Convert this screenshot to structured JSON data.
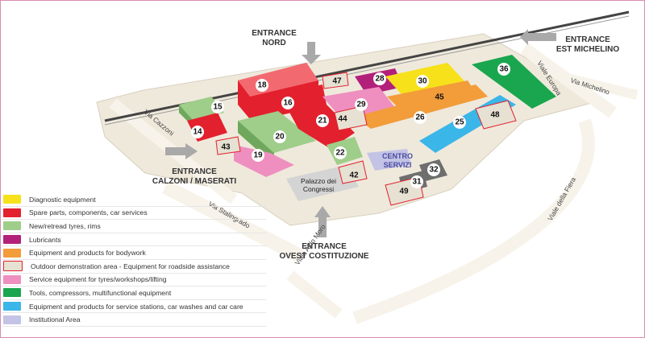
{
  "colors": {
    "diagnostic": "#f7e11b",
    "spare": "#e3202d",
    "tyres": "#9fcd8a",
    "lubricants": "#b3207a",
    "bodywork": "#f39c3a",
    "outdoor": "#e6e1d2",
    "service": "#ee8fbf",
    "tools": "#1aa64e",
    "stations": "#3bb6e8",
    "institutional": "#c3c3e6",
    "ground": "#efe9dc",
    "road": "#f7f3ea",
    "grey": "#8c8c8c"
  },
  "entrances": {
    "nord": [
      "ENTRANCE",
      "NORD"
    ],
    "est": [
      "ENTRANCE",
      "EST MICHELINO"
    ],
    "calzoni": [
      "ENTRANCE",
      "CALZONI / MASERATI"
    ],
    "ovest": [
      "ENTRANCE",
      "OVEST COSTITUZIONE"
    ]
  },
  "roads": {
    "cazzoni": "Via Cazzoni",
    "europa": "Viale Europa",
    "michelino": "Via Michelino",
    "stalingrado": "Via Stalingrado",
    "aldo_moro": "Viale Aldo Moro",
    "fiera": "Viale della Fiera"
  },
  "buildings": {
    "centro_servizi": [
      "CENTRO",
      "SERVIZI"
    ],
    "palazzo": [
      "Palazzo dei",
      "Congressi"
    ]
  },
  "halls": [
    {
      "num": "14",
      "category": "spare"
    },
    {
      "num": "15",
      "category": "tyres"
    },
    {
      "num": "16",
      "category": "spare"
    },
    {
      "num": "18",
      "category": "spare"
    },
    {
      "num": "19",
      "category": "service"
    },
    {
      "num": "20",
      "category": "tyres"
    },
    {
      "num": "21",
      "category": "spare"
    },
    {
      "num": "22",
      "category": "tyres"
    },
    {
      "num": "25",
      "category": "stations"
    },
    {
      "num": "26",
      "category": "bodywork"
    },
    {
      "num": "28",
      "category": "lubricants"
    },
    {
      "num": "29",
      "category": "service"
    },
    {
      "num": "30",
      "category": "diagnostic"
    },
    {
      "num": "31",
      "category": "grey"
    },
    {
      "num": "32",
      "category": "grey"
    },
    {
      "num": "36",
      "category": "tools"
    },
    {
      "num": "42",
      "category": "outdoor"
    },
    {
      "num": "43",
      "category": "outdoor"
    },
    {
      "num": "44",
      "category": "outdoor"
    },
    {
      "num": "45",
      "category": "bodywork"
    },
    {
      "num": "47",
      "category": "outdoor"
    },
    {
      "num": "48",
      "category": "outdoor"
    },
    {
      "num": "49",
      "category": "outdoor"
    }
  ],
  "legend": [
    {
      "label": "Diagnostic equipment",
      "color": "#f7e11b"
    },
    {
      "label": "Spare parts, components, car services",
      "color": "#e3202d"
    },
    {
      "label": "New/retread tyres, rims",
      "color": "#9fcd8a"
    },
    {
      "label": "Lubricants",
      "color": "#b3207a"
    },
    {
      "label": "Equipment and products for bodywork",
      "color": "#f39c3a"
    },
    {
      "label": "Outdoor demonstration area - Equipment for roadside assistance",
      "color": "#e6e1d2"
    },
    {
      "label": "Service equipment for tyres/workshops/lifting",
      "color": "#ee8fbf"
    },
    {
      "label": "Tools, compressors, multifunctional equipment",
      "color": "#1aa64e"
    },
    {
      "label": "Equipment and products for service stations, car washes and car care",
      "color": "#3bb6e8"
    },
    {
      "label": "Institutional Area",
      "color": "#c3c3e6"
    }
  ]
}
